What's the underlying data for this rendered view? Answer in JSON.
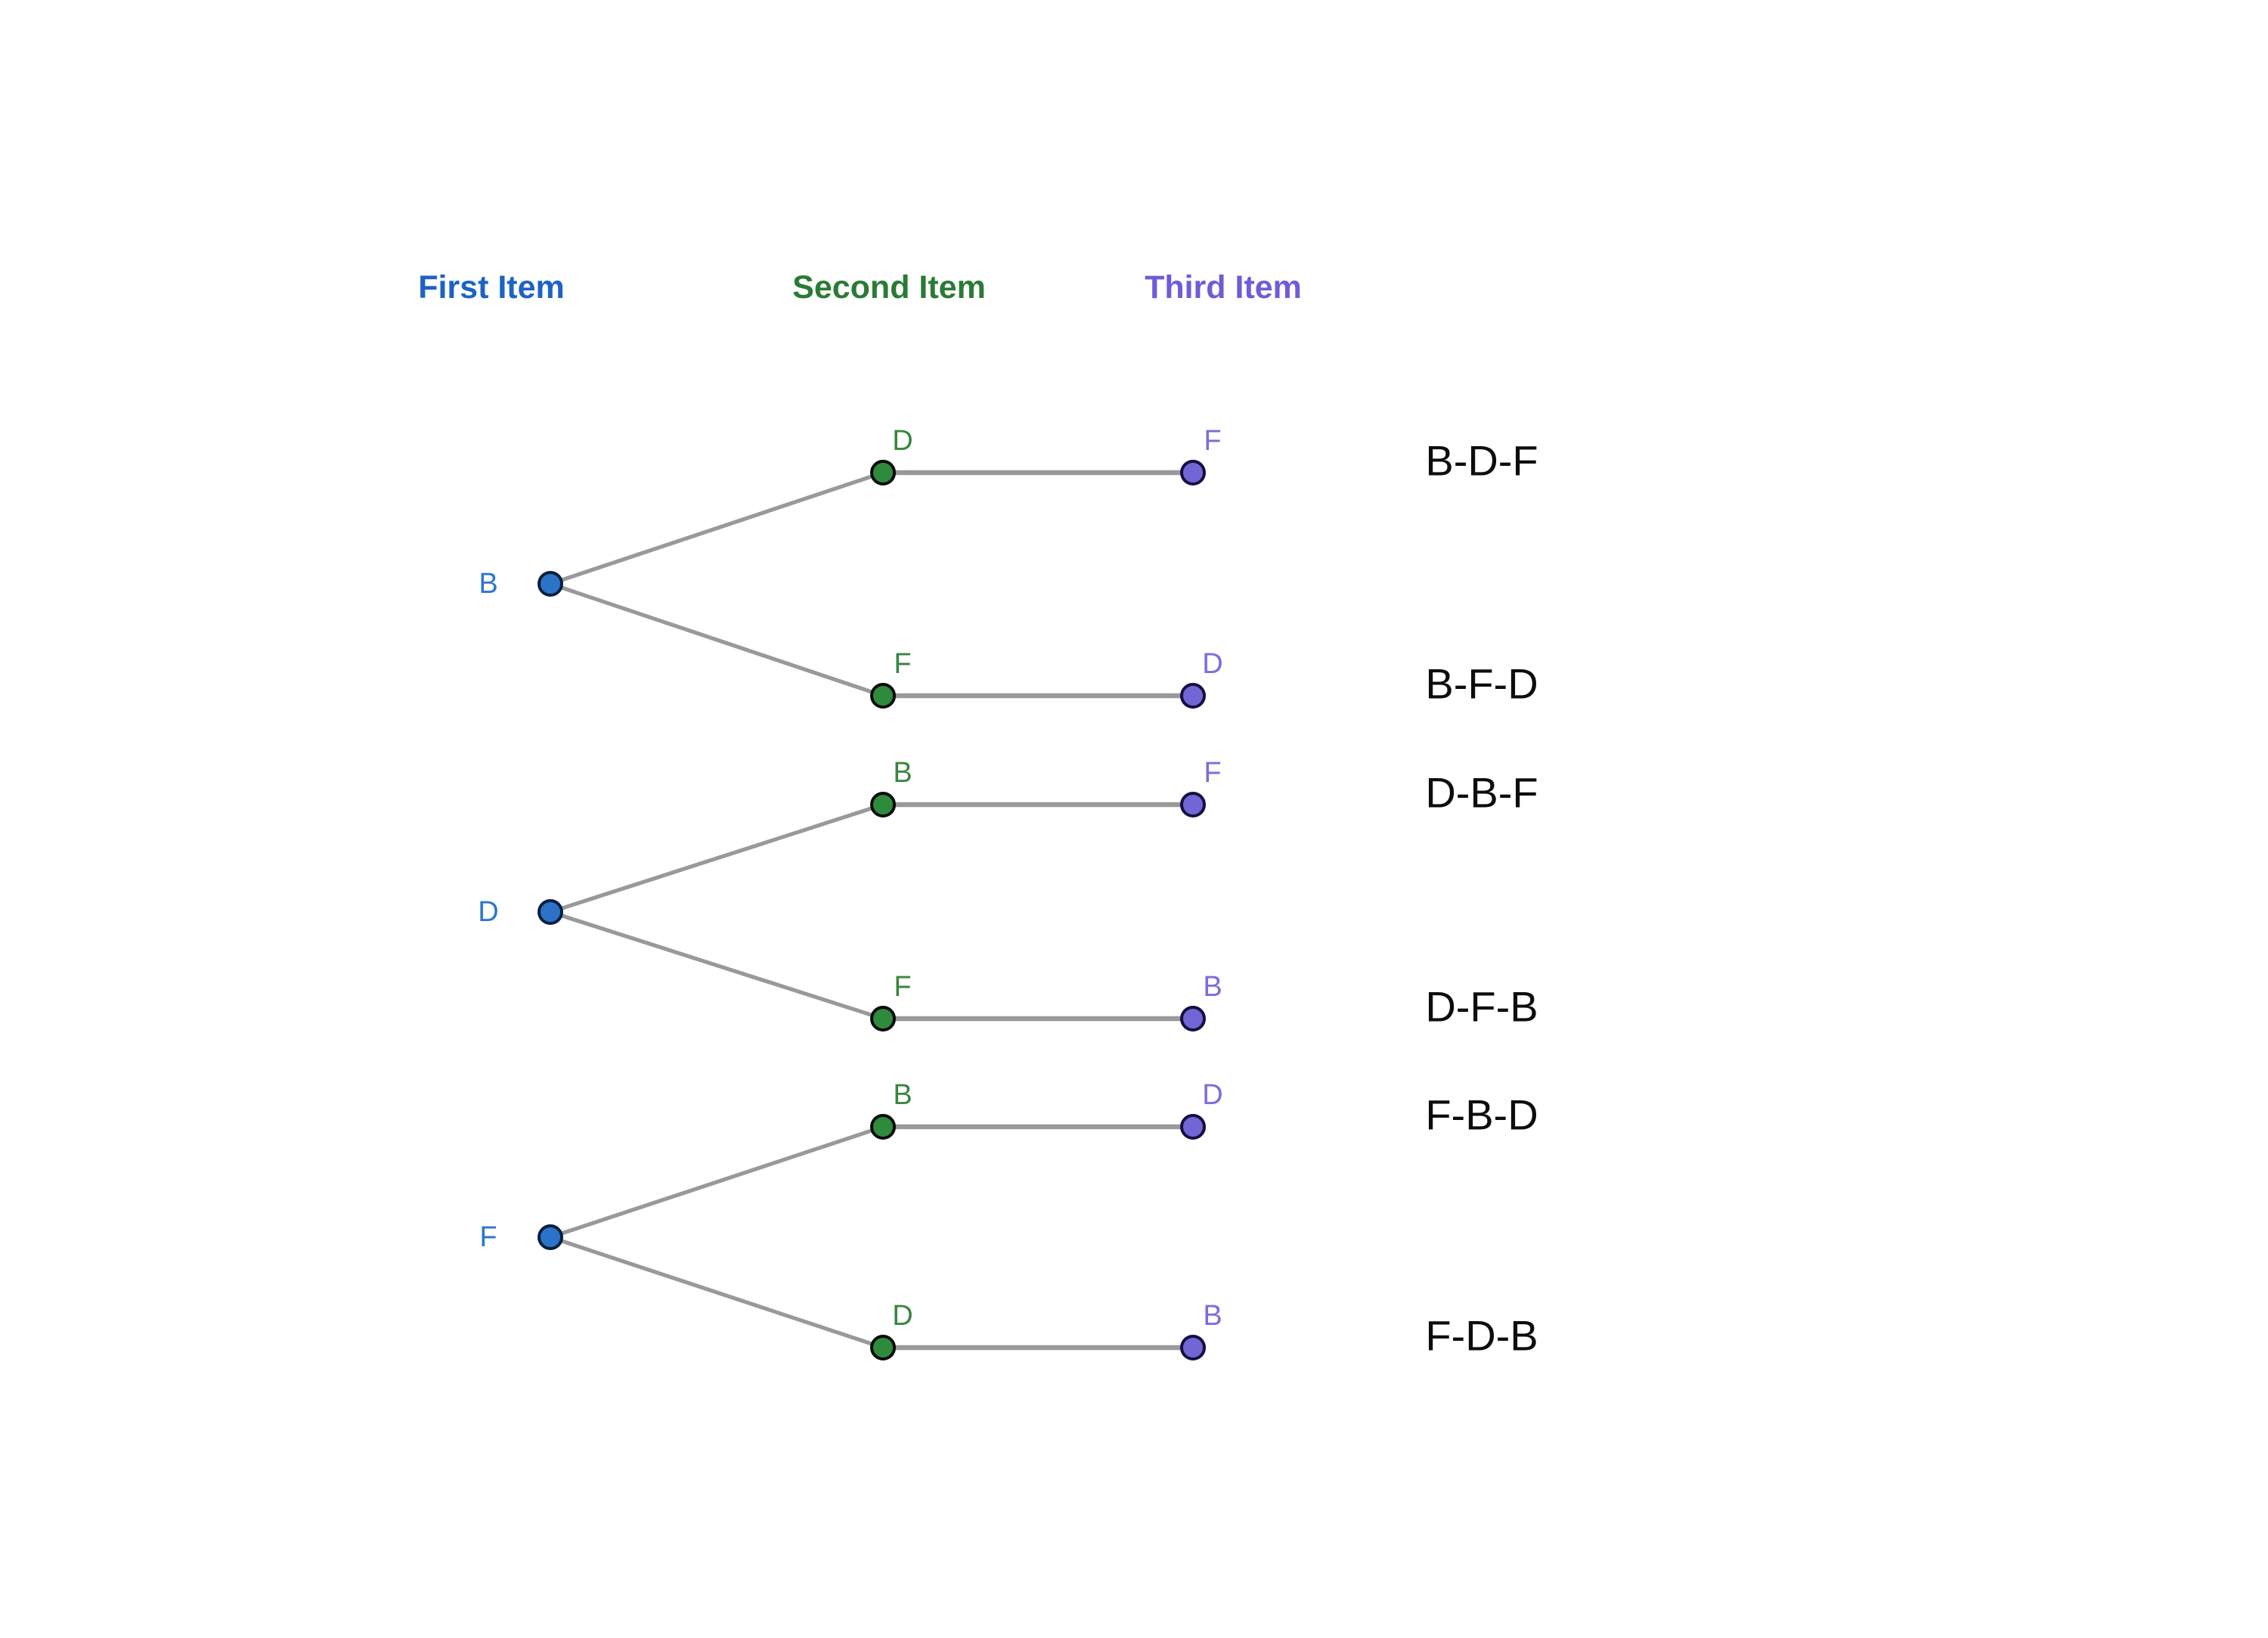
{
  "headers": [
    {
      "label": "First Item",
      "color": "#1d62c6"
    },
    {
      "label": "Second Item",
      "color": "#2b7a35"
    },
    {
      "label": "Third Item",
      "color": "#6e5cd8"
    }
  ],
  "colors": {
    "edge": "#999999",
    "first_fill": "#2a73c9",
    "first_stroke": "#0a1f3c",
    "first_label": "#2e76cc",
    "second_fill": "#2e8b3d",
    "second_stroke": "#0b0b0b",
    "second_label": "#3a8640",
    "third_fill": "#7266d6",
    "third_stroke": "#151040",
    "third_label": "#7d6cdb",
    "outcome_text": "#0d0d0d"
  },
  "tree": [
    {
      "root": "B",
      "branches": [
        {
          "second": "D",
          "third": "F",
          "outcome": "B-D-F"
        },
        {
          "second": "F",
          "third": "D",
          "outcome": "B-F-D"
        }
      ]
    },
    {
      "root": "D",
      "branches": [
        {
          "second": "B",
          "third": "F",
          "outcome": "D-B-F"
        },
        {
          "second": "F",
          "third": "B",
          "outcome": "D-F-B"
        }
      ]
    },
    {
      "root": "F",
      "branches": [
        {
          "second": "B",
          "third": "D",
          "outcome": "F-B-D"
        },
        {
          "second": "D",
          "third": "B",
          "outcome": "F-D-B"
        }
      ]
    }
  ]
}
